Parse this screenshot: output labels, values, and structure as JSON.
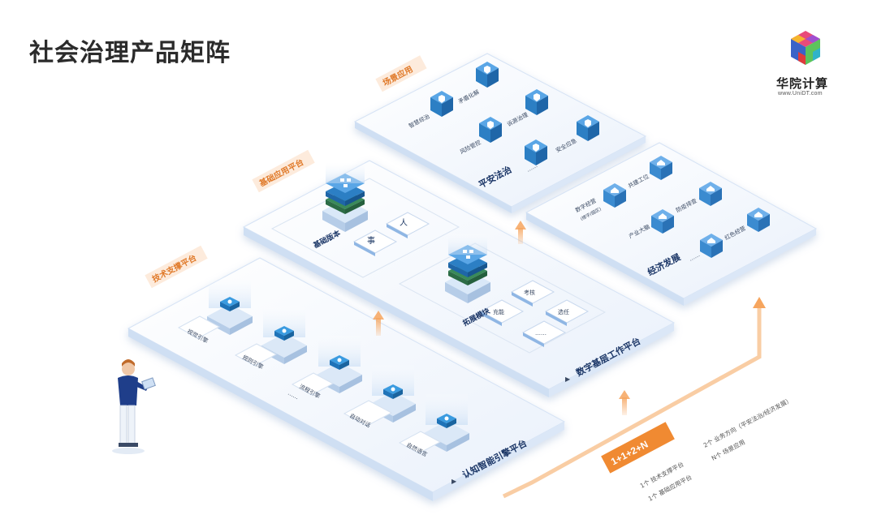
{
  "title": "社会治理产品矩阵",
  "logo": {
    "name": "华院计算",
    "url": "www.UniDT.com"
  },
  "layers": {
    "scene": {
      "tag": "场景应用",
      "ping_an": {
        "name": "平安法治",
        "items": [
          "智慧综治",
          "矛盾化解",
          "风险管控",
          "诉源治理",
          "安全应急",
          "……"
        ]
      },
      "economy": {
        "name": "经济发展",
        "items": [
          "数字经营",
          "(楼宇/园区)",
          "共建工位",
          "产业大脑",
          "防疫排查",
          "……",
          "红色经营"
        ]
      }
    },
    "base": {
      "tag": "基础应用平台",
      "name": "数字基层工作平台",
      "block1": {
        "name": "基础版本",
        "tiles": [
          "事",
          "人"
        ]
      },
      "block2": {
        "name": "拓展模块",
        "tiles": [
          "考核",
          "充能",
          "选任",
          "……"
        ]
      }
    },
    "tech": {
      "tag": "技术支撑平台",
      "name": "认知智能引擎平台",
      "modules": [
        "视觉引擎",
        "规则引擎",
        "……",
        "流程引擎",
        "自动对话",
        "自然语言"
      ]
    }
  },
  "formula": {
    "label": "1+1+2+N",
    "notes": [
      "1个 技术支撑平台",
      "1个 基础应用平台",
      "2个 业务方向（平安法治/经济发展）",
      "N个 场景应用"
    ]
  },
  "colors": {
    "accent": "#f08a32",
    "blue": "#2c7fc4",
    "green": "#3a8a5a",
    "platform": "#eef4fc"
  }
}
